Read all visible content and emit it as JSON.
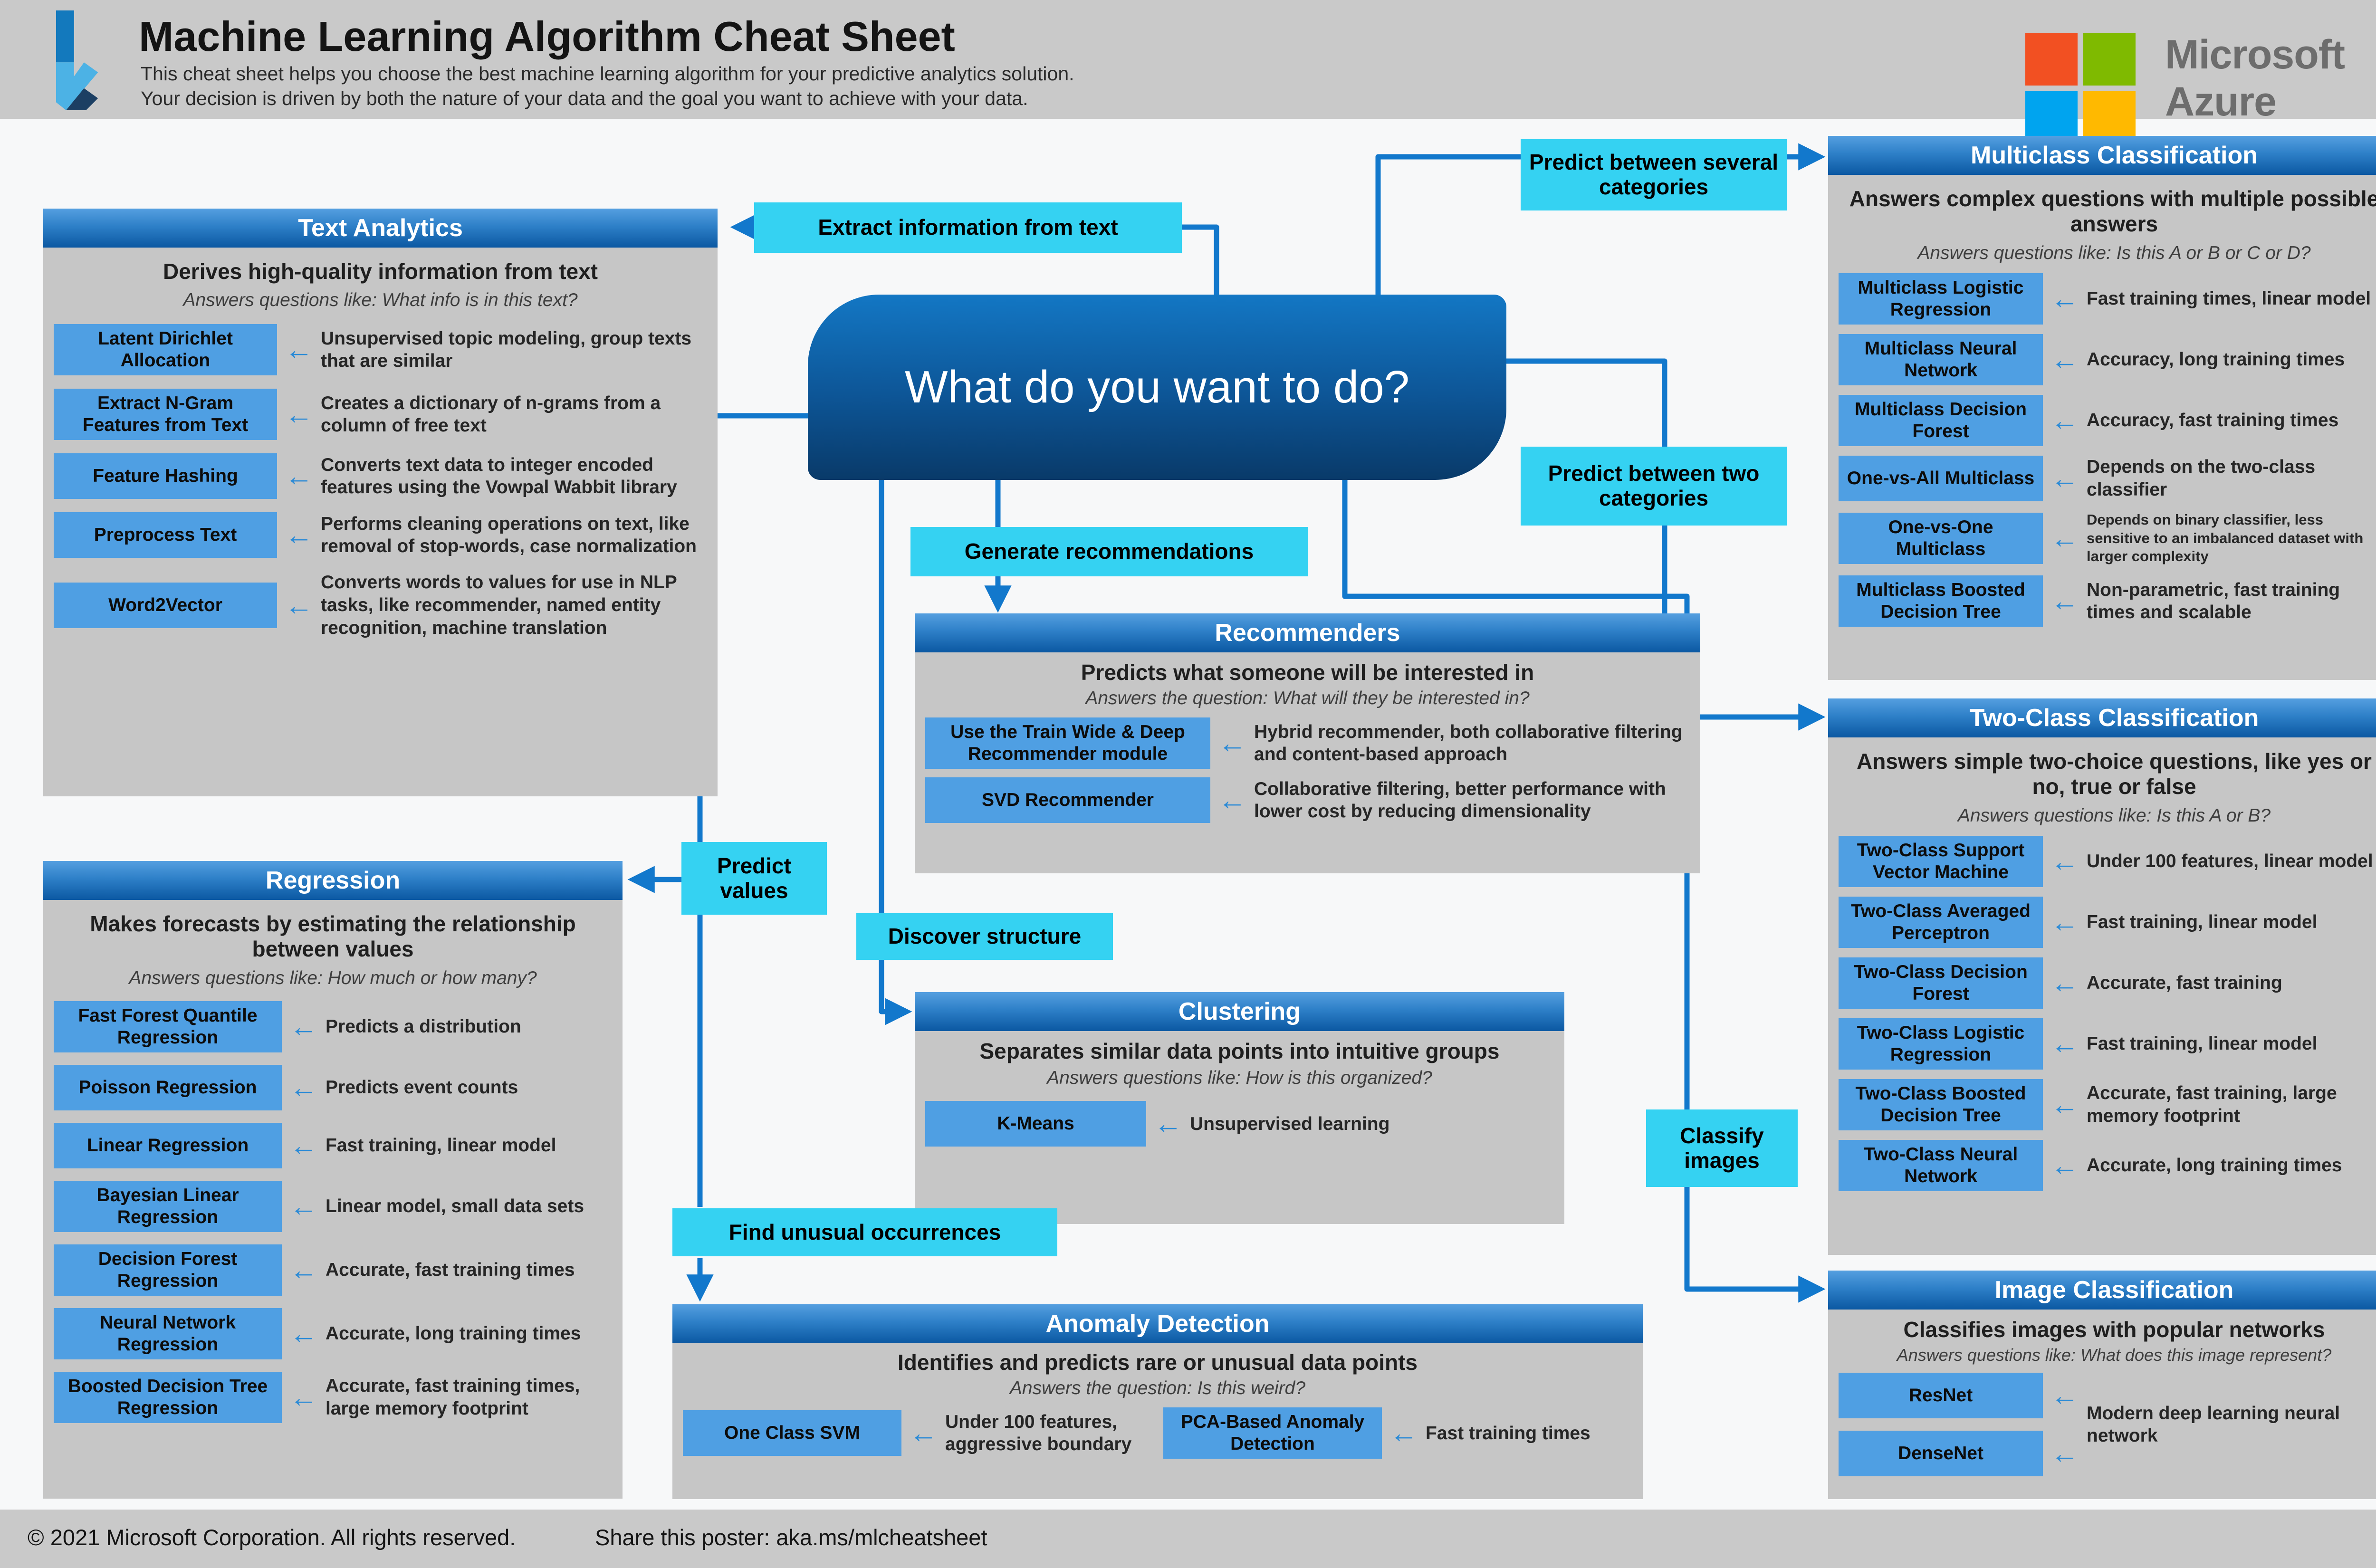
{
  "header": {
    "title": "Machine Learning Algorithm Cheat Sheet",
    "subtitle1": "This cheat sheet helps you choose the best machine learning algorithm for your predictive analytics solution.",
    "subtitle2": "Your decision is driven by both the nature of your data and the goal you want to achieve with your data.",
    "brand": "Microsoft Azure"
  },
  "node": {
    "question": "What do you want to do?"
  },
  "decisions": {
    "extract": "Extract information from text",
    "several": "Predict between several categories",
    "two": "Predict between two categories",
    "generate": "Generate recommendations",
    "values": "Predict values",
    "discover": "Discover structure",
    "unusual": "Find unusual occurrences",
    "classify": "Classify images"
  },
  "panels": {
    "ta": {
      "title": "Text Analytics",
      "lead": "Derives high-quality information from text",
      "sub": "Answers questions like: What info is in this text?",
      "items": [
        {
          "name": "Latent Dirichlet Allocation",
          "desc": "Unsupervised topic modeling, group texts that are similar"
        },
        {
          "name": "Extract N-Gram Features from Text",
          "desc": "Creates a dictionary of n-grams from a column of free text"
        },
        {
          "name": "Feature Hashing",
          "desc": "Converts text data to integer encoded features using the Vowpal Wabbit library"
        },
        {
          "name": "Preprocess Text",
          "desc": "Performs cleaning operations on text, like removal of stop-words, case normalization"
        },
        {
          "name": "Word2Vector",
          "desc": "Converts words to values for use in NLP tasks, like recommender, named entity recognition, machine translation"
        }
      ]
    },
    "reg": {
      "title": "Regression",
      "lead": "Makes forecasts by estimating the relationship between values",
      "sub": "Answers questions like: How much or how many?",
      "items": [
        {
          "name": "Fast Forest Quantile Regression",
          "desc": "Predicts a distribution"
        },
        {
          "name": "Poisson Regression",
          "desc": "Predicts event counts"
        },
        {
          "name": "Linear Regression",
          "desc": "Fast training, linear model"
        },
        {
          "name": "Bayesian Linear Regression",
          "desc": "Linear model, small data sets"
        },
        {
          "name": "Decision Forest Regression",
          "desc": "Accurate, fast training times"
        },
        {
          "name": "Neural Network Regression",
          "desc": "Accurate, long training times"
        },
        {
          "name": "Boosted Decision Tree Regression",
          "desc": "Accurate, fast training times, large memory footprint"
        }
      ]
    },
    "mc": {
      "title": "Multiclass Classification",
      "lead": "Answers complex questions with multiple possible answers",
      "sub": "Answers questions like: Is this A or B or C or D?",
      "items": [
        {
          "name": "Multiclass Logistic Regression",
          "desc": "Fast training times, linear model"
        },
        {
          "name": "Multiclass Neural Network",
          "desc": "Accuracy, long training times"
        },
        {
          "name": "Multiclass Decision Forest",
          "desc": "Accuracy, fast training times"
        },
        {
          "name": "One-vs-All Multiclass",
          "desc": "Depends on the two-class classifier"
        },
        {
          "name": "One-vs-One Multiclass",
          "desc": "Depends on binary classifier, less sensitive to an imbalanced dataset with larger complexity"
        },
        {
          "name": "Multiclass Boosted Decision Tree",
          "desc": "Non-parametric, fast training times and scalable"
        }
      ]
    },
    "tc": {
      "title": "Two-Class Classification",
      "lead": "Answers simple two-choice questions, like yes or no, true or false",
      "sub": "Answers questions like: Is this A or B?",
      "items": [
        {
          "name": "Two-Class Support Vector Machine",
          "desc": "Under 100 features, linear model"
        },
        {
          "name": "Two-Class Averaged Perceptron",
          "desc": "Fast training, linear model"
        },
        {
          "name": "Two-Class Decision Forest",
          "desc": "Accurate, fast training"
        },
        {
          "name": "Two-Class Logistic Regression",
          "desc": "Fast training, linear model"
        },
        {
          "name": "Two-Class Boosted Decision Tree",
          "desc": "Accurate, fast training, large memory footprint"
        },
        {
          "name": "Two-Class Neural Network",
          "desc": "Accurate, long training times"
        }
      ]
    },
    "ic": {
      "title": "Image Classification",
      "lead": "Classifies images with popular networks",
      "sub": "Answers questions like: What does this image represent?",
      "shared_desc": "Modern deep learning neural network",
      "items": [
        {
          "name": "ResNet"
        },
        {
          "name": "DenseNet"
        }
      ]
    },
    "rec": {
      "title": "Recommenders",
      "lead": "Predicts what someone will be interested in",
      "sub": "Answers the question: What will they be interested in?",
      "items": [
        {
          "name": "Use the Train Wide & Deep Recommender module",
          "desc": "Hybrid recommender, both collaborative filtering and content-based approach"
        },
        {
          "name": "SVD Recommender",
          "desc": "Collaborative filtering, better performance with lower cost by reducing dimensionality"
        }
      ]
    },
    "clu": {
      "title": "Clustering",
      "lead": "Separates similar data points into intuitive groups",
      "sub": "Answers questions like: How is this organized?",
      "items": [
        {
          "name": "K-Means",
          "desc": "Unsupervised learning"
        }
      ]
    },
    "ano": {
      "title": "Anomaly Detection",
      "lead": "Identifies and predicts rare or unusual data points",
      "sub": "Answers the question: Is this weird?",
      "items": [
        {
          "name": "One Class SVM",
          "desc": "Under 100 features, aggressive boundary"
        },
        {
          "name": "PCA-Based Anomaly Detection",
          "desc": "Fast training times"
        }
      ]
    }
  },
  "footer": {
    "copyright": "© 2021 Microsoft Corporation. All rights reserved.",
    "share": "Share this poster: aka.ms/mlcheatsheet"
  },
  "colors": {
    "accent_cyan": "#35d2f2",
    "panel_header_blue": "#0b58a2",
    "chip_blue": "#4f9fe3",
    "node_blue_top": "#1377c4",
    "node_blue_bottom": "#093a69",
    "connector_blue": "#1278cc",
    "panel_gray": "#c6c6c6",
    "band_gray": "#c9c9c9",
    "ms_red": "#f25022",
    "ms_green": "#7fba00",
    "ms_blue": "#00a4ef",
    "ms_yellow": "#ffb900"
  }
}
